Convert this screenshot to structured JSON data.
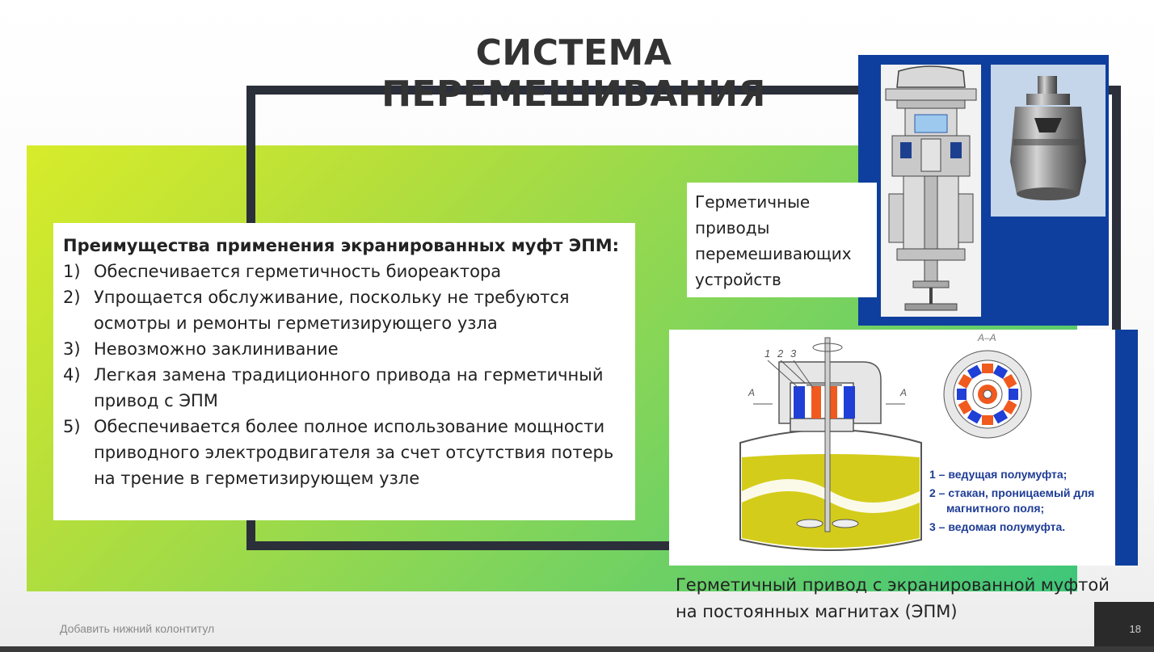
{
  "slide": {
    "title": "СИСТЕМА ПЕРЕМЕШИВАНИЯ",
    "footer": "Добавить нижний колонтитул",
    "page_number": "18"
  },
  "advantages": {
    "heading": "Преимущества применения экранированных муфт ЭПМ:",
    "items": [
      {
        "num": "1)",
        "lines": [
          "Обеспечивается герметичность биореактора"
        ]
      },
      {
        "num": "2)",
        "lines": [
          "Упрощается обслуживание, поскольку не требуются",
          "осмотры и ремонты герметизирующего узла"
        ]
      },
      {
        "num": "3)",
        "lines": [
          "Невозможно заклинивание"
        ]
      },
      {
        "num": "4)",
        "lines": [
          "Легкая замена традиционного привода на герметичный",
          "привод с ЭПМ"
        ]
      },
      {
        "num": "5)",
        "lines": [
          "Обеспечивается более полное использование мощности",
          "приводного электродвигателя за счет отсутствия потерь",
          "на трение в герметизирующем узле"
        ]
      }
    ]
  },
  "caption_top": [
    "Герметичные",
    "приводы",
    "перемешивающих",
    "устройств"
  ],
  "diagram": {
    "labels": {
      "n1": "1",
      "n2": "2",
      "n3": "3",
      "section": "А–А",
      "a_left": "А",
      "a_right": "А"
    },
    "legend": [
      "1 – ведущая полумуфта;",
      "2 – стакан, проницаемый для",
      "магнитного поля;",
      "3 – ведомая полумуфта."
    ]
  },
  "caption_bottom": [
    "Герметичный привод с экранированной муфтой",
    "на постоянных магнитах (ЭПМ)"
  ],
  "colors": {
    "blue": "#0f3f9e",
    "magnet_orange": "#f05a1e",
    "magnet_blue": "#1f3fd6",
    "liquid": "#d4cc1a"
  }
}
